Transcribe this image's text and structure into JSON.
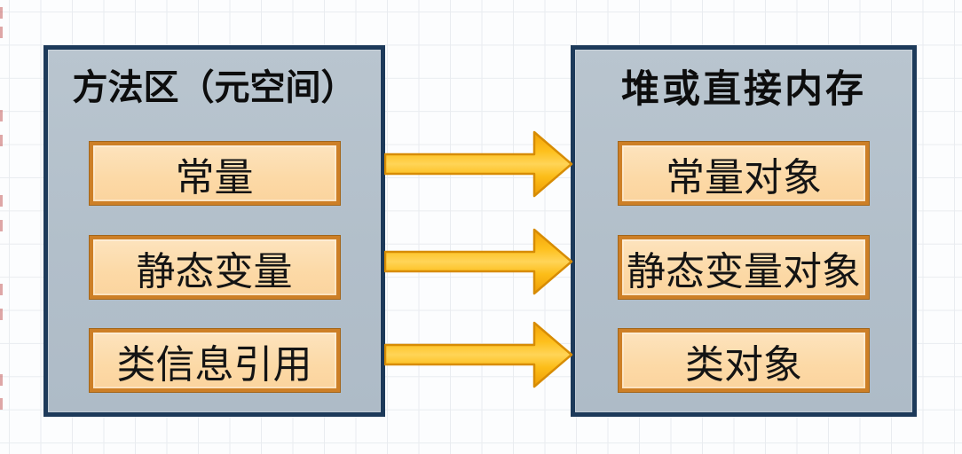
{
  "diagram": {
    "title_area": "JVM memory mapping diagram",
    "left_box": {
      "title": "方法区（元空间）",
      "items": [
        "常量",
        "静态变量",
        "类信息引用"
      ]
    },
    "right_box": {
      "title": "堆或直接内存",
      "items": [
        "常量对象",
        "静态变量对象",
        "类对象"
      ]
    },
    "arrows": {
      "count": 3,
      "direction": "left-to-right"
    },
    "colors": {
      "container_fill": "#b2bfca",
      "container_border": "#1d3a5a",
      "item_fill": "#fcd9a6",
      "item_border": "#cd7f26",
      "arrow_fill": "#fec01d",
      "arrow_border": "#d78c04",
      "grid_line": "#e9ecf0",
      "background": "#fcfdfe",
      "text": "#0d0d0d"
    }
  }
}
